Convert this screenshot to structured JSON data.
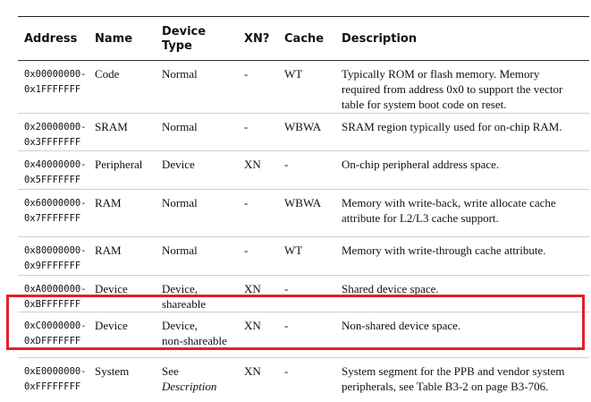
{
  "table": {
    "headers": {
      "address": "Address",
      "name": "Name",
      "device_type_line1": "Device",
      "device_type_line2": "Type",
      "xn": "XN?",
      "cache": "Cache",
      "description": "Description"
    },
    "rows": [
      {
        "addr1": "0x00000000-",
        "addr2": "0x1FFFFFFF",
        "name": "Code",
        "type1": "Normal",
        "type2": "",
        "xn": "-",
        "cache": "WT",
        "desc": [
          "Typically ROM or flash memory. Memory",
          "required from address 0x0 to support the vector",
          "table for system boot code on reset."
        ]
      },
      {
        "addr1": "0x20000000-",
        "addr2": "0x3FFFFFFF",
        "name": "SRAM",
        "type1": "Normal",
        "type2": "",
        "xn": "-",
        "cache": "WBWA",
        "desc": [
          "SRAM region typically used for on-chip RAM.",
          "",
          ""
        ]
      },
      {
        "addr1": "0x40000000-",
        "addr2": "0x5FFFFFFF",
        "name": "Peripheral",
        "type1": "Device",
        "type2": "",
        "xn": "XN",
        "cache": "-",
        "desc": [
          "On-chip peripheral address space.",
          "",
          ""
        ]
      },
      {
        "addr1": "0x60000000-",
        "addr2": "0x7FFFFFFF",
        "name": "RAM",
        "type1": "Normal",
        "type2": "",
        "xn": "-",
        "cache": "WBWA",
        "desc": [
          "Memory with write-back, write allocate cache",
          "attribute for L2/L3 cache support.",
          ""
        ]
      },
      {
        "addr1": "0x80000000-",
        "addr2": "0x9FFFFFFF",
        "name": "RAM",
        "type1": "Normal",
        "type2": "",
        "xn": "-",
        "cache": "WT",
        "desc": [
          "Memory with write-through cache attribute.",
          "",
          ""
        ]
      },
      {
        "addr1": "0xA0000000-",
        "addr2": "0xBFFFFFFF",
        "name": "Device",
        "type1": "Device,",
        "type2": "shareable",
        "xn": "XN",
        "cache": "-",
        "desc": [
          "Shared device space.",
          "",
          ""
        ]
      },
      {
        "addr1": "0xC0000000-",
        "addr2": "0xDFFFFFFF",
        "name": "Device",
        "type1": "Device,",
        "type2": "non-shareable",
        "xn": "XN",
        "cache": "-",
        "desc": [
          "Non-shared device space.",
          "",
          ""
        ]
      },
      {
        "addr1": "0xE0000000-",
        "addr2": "0xFFFFFFFF",
        "name": "System",
        "type1": "See",
        "type2": "Description",
        "xn": "XN",
        "cache": "-",
        "desc": [
          "System segment for the PPB and vendor system",
          "peripherals, see Table B3-2 on page B3-706.",
          ""
        ]
      }
    ]
  },
  "highlight_color": "#e2202c"
}
